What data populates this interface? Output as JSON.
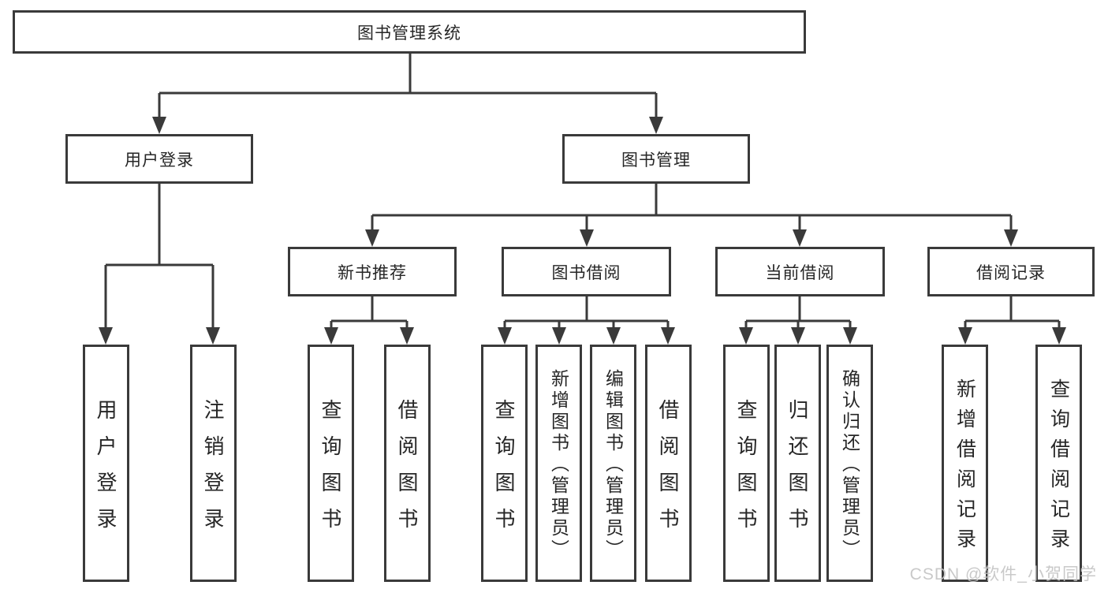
{
  "diagram": {
    "root_label": "图书管理系统",
    "level2": {
      "user_login": "用户登录",
      "book_management": "图书管理"
    },
    "level3": {
      "new_book_recommend": "新书推荐",
      "book_borrow": "图书借阅",
      "current_borrow": "当前借阅",
      "borrow_record": "借阅记录"
    },
    "leaves": {
      "user_login": [
        "用户登录",
        "注销登录"
      ],
      "new_book_recommend": [
        "查询图书",
        "借阅图书"
      ],
      "book_borrow": [
        "查询图书",
        "新增图书（管理员）",
        "编辑图书（管理员）",
        "借阅图书"
      ],
      "current_borrow": [
        "查询图书",
        "归还图书",
        "确认归还（管理员）"
      ],
      "borrow_record": [
        "新增借阅记录",
        "查询借阅记录"
      ]
    },
    "watermark": "CSDN @软件_小贺同学",
    "colors": {
      "line": "#3a3a3a",
      "box_border": "#3a3a3a",
      "text": "#262626",
      "watermark": "#c4c4c4",
      "background": "#ffffff"
    }
  }
}
